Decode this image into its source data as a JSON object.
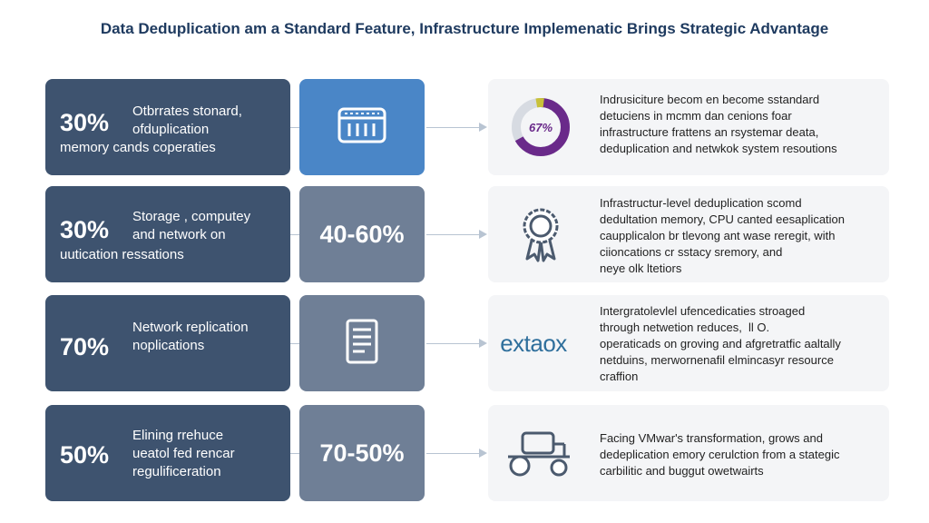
{
  "title": "Data Deduplication am a Standard Feature, Infrastructure Implemenatic Brings Strategic Advantage",
  "rows": [
    {
      "pct": "30%",
      "desc": "Otbrrates stonard,\nofduplication",
      "desc2": "memory cands coperaties",
      "mid_icon": "server-rack-icon",
      "right_icon": "donut-percent-icon",
      "donut_label": "67%",
      "right_text": "Indrusiciture becom en become sstandard\ndetuciens in mcmm dan cenions foar\ninfrastructure frattens an rsystemar deata,\ndeduplication and netwkok system resoutions"
    },
    {
      "pct": "30%",
      "desc": "Storage , computey\nand network on",
      "desc2": "uutication ressations",
      "mid_range": "40-60%",
      "right_icon": "award-badge-icon",
      "right_text": "Infrastructur-level deduplication scomd\ndedultation memory, CPU canted eesaplication\ncaupplicalon br tlevong ant wase reregit, with\nciioncations cr sstacy sremory, and\nneye olk ltetiors"
    },
    {
      "pct": "70%",
      "desc": "Network replication\nnoplications",
      "mid_icon": "document-list-icon",
      "right_icon": "wordmark",
      "wordmark": "extaox",
      "right_text": "Intergratolevlel ufencedicaties stroaged\nthrough netwetion reduces,  ll O.\noperaticads on groving and afgretratfic aaltally\nnetduins, merwornenafil elmincasyr resource\ncraffion"
    },
    {
      "pct": "50%",
      "desc": "Elining rrehuce\nueatol fed rencar\nregulificeration",
      "mid_range": "70-50%",
      "right_icon": "tractor-icon",
      "right_text": "Facing VMwar's transformation, grows and\ndedeplication emory cerulction from a stategic\ncarbilitic and buggut owetwairts"
    }
  ]
}
